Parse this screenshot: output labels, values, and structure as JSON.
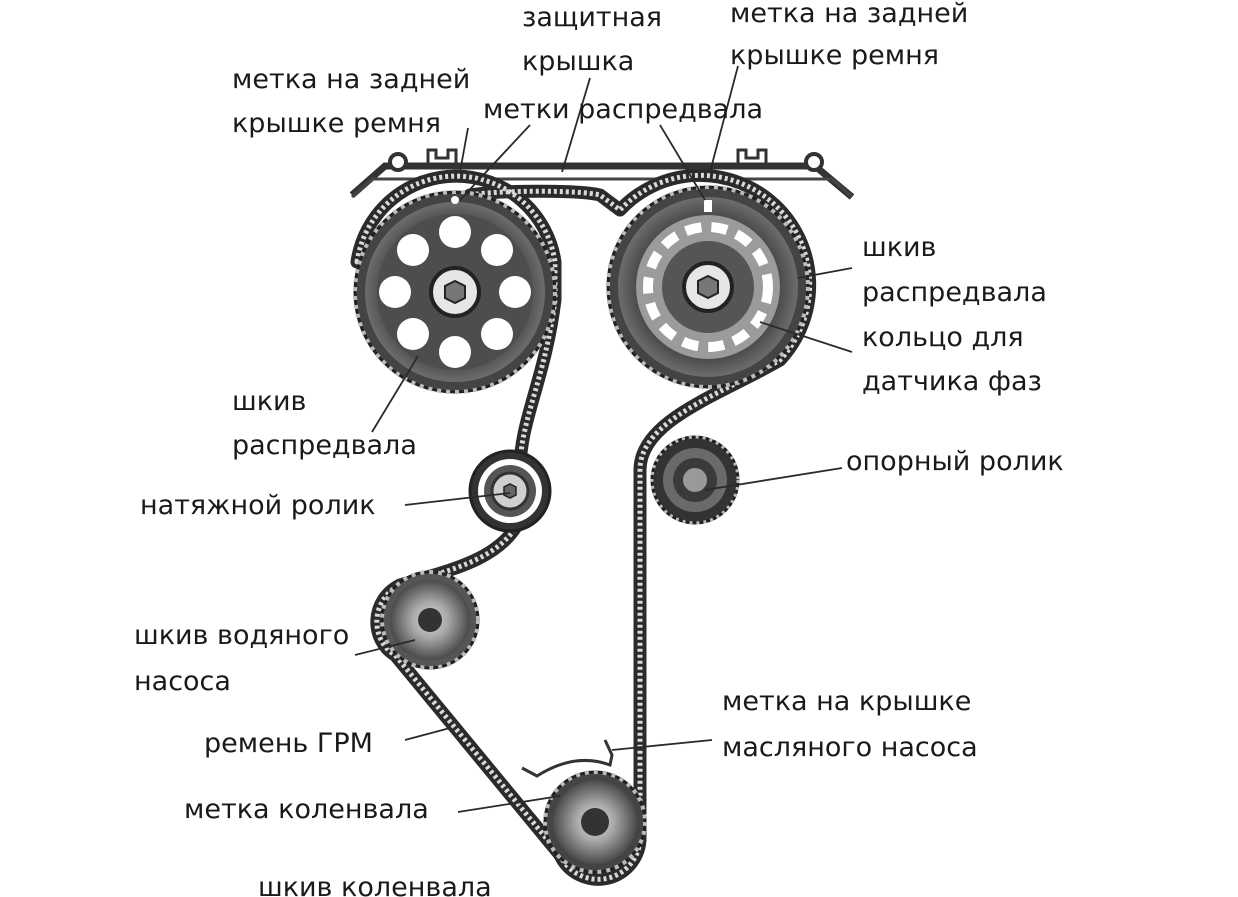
{
  "labels": {
    "protective_cover": [
      "защитная",
      "крышка"
    ],
    "rear_cover_mark_right": [
      "метка на задней",
      "крышке ремня"
    ],
    "rear_cover_mark_left": [
      "метка на задней",
      "крышке ремня"
    ],
    "camshaft_marks": "метки распредвала",
    "camshaft_pulley_right": [
      "шкив",
      "распредвала"
    ],
    "phase_sensor_ring": [
      "кольцо для",
      "датчика фаз"
    ],
    "camshaft_pulley_left": [
      "шкив",
      "распредвала"
    ],
    "idler_roller": "опорный ролик",
    "tensioner_roller": "натяжной ролик",
    "water_pump_pulley": [
      "шкив водяного",
      "насоса"
    ],
    "oil_pump_cover_mark": [
      "метка на крышке",
      "масляного насоса"
    ],
    "timing_belt": "ремень ГРМ",
    "crankshaft_mark": "метка коленвала",
    "crankshaft_pulley": "шкив коленвала"
  }
}
